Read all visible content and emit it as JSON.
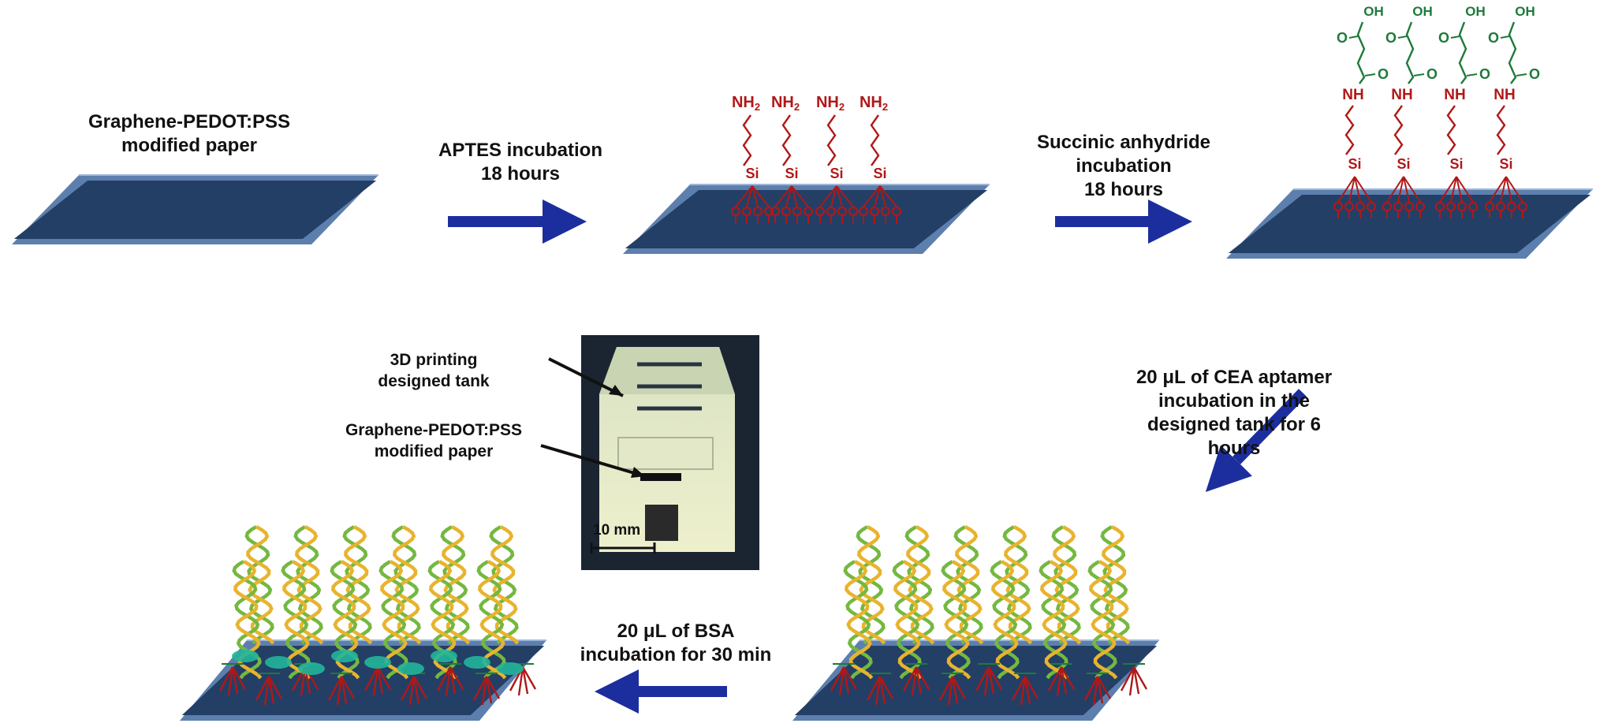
{
  "steps": {
    "start": {
      "line1": "Graphene-PEDOT:PSS",
      "line2": "modified paper"
    },
    "aptes": {
      "line1": "APTES incubation",
      "line2": "18 hours"
    },
    "succinic": {
      "line1": "Succinic anhydride",
      "line2": "incubation",
      "line3": "18 hours"
    },
    "aptamer": {
      "line1": "20 μL of CEA aptamer",
      "line2": "incubation  in the",
      "line3": "designed tank for 6",
      "line4": "hours"
    },
    "bsa": {
      "line1": "20 μL of BSA",
      "line2": "incubation for 30 min"
    }
  },
  "chem": {
    "amine": "NH2",
    "silane": "Si",
    "imide": "NH",
    "carbonyl_o": "O",
    "hydroxyl": "OH"
  },
  "photo": {
    "tank_label_1": "3D printing",
    "tank_label_2": "designed tank",
    "paper_label_1": "Graphene-PEDOT:PSS",
    "paper_label_2": "modified paper",
    "scale_bar": "10 mm"
  },
  "colors": {
    "paper": "#233f66",
    "paper_edge": "#5d7fae",
    "arrow": "#1c2e9e",
    "linker_red": "#b01818",
    "cooh_green": "#1e7a3a",
    "dna_yellow": "#e8b32e",
    "dna_green": "#74b840",
    "bsa_teal": "#22b59a"
  }
}
